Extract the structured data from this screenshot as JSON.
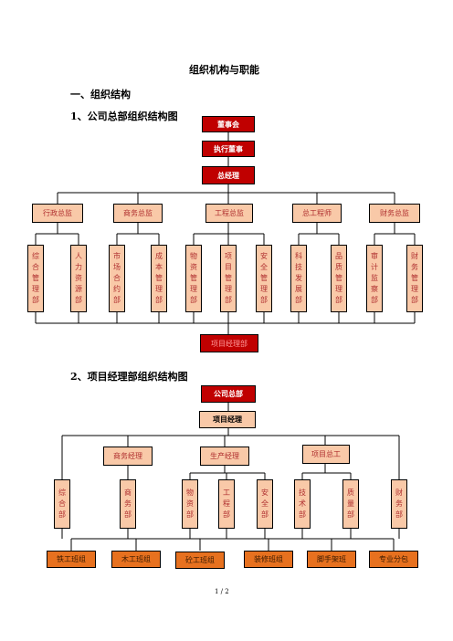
{
  "doc": {
    "title": "组织机构与职能",
    "section1": "一、组织结构",
    "section1_1": "1、公司总部组织结构图",
    "section1_2": "2、项目经理部组织结构图",
    "footer": "1 / 2"
  },
  "chart1": {
    "top": [
      "董事会",
      "执行董事",
      "总经理"
    ],
    "directors": [
      "行政总监",
      "商务总监",
      "工程总监",
      "总工程师",
      "财务总监"
    ],
    "departments": [
      "综合管理部",
      "人力资源部",
      "市场合约部",
      "成本管理部",
      "物资管理部",
      "项目管理部",
      "安全管理部",
      "科技发展部",
      "品质管理部",
      "审计监察部",
      "财务管理部"
    ],
    "bottom": "项目经理部"
  },
  "chart2": {
    "top": [
      "公司总部",
      "项目经理"
    ],
    "managers": [
      "商务经理",
      "生产经理",
      "项目总工"
    ],
    "departments": [
      "综合部",
      "商务部",
      "物资部",
      "工程部",
      "安全部",
      "技术部",
      "质量部",
      "财务部"
    ],
    "teams": [
      "铁工班组",
      "木工班组",
      "砼工班组",
      "装修班组",
      "脚手架班",
      "专业分包"
    ]
  }
}
